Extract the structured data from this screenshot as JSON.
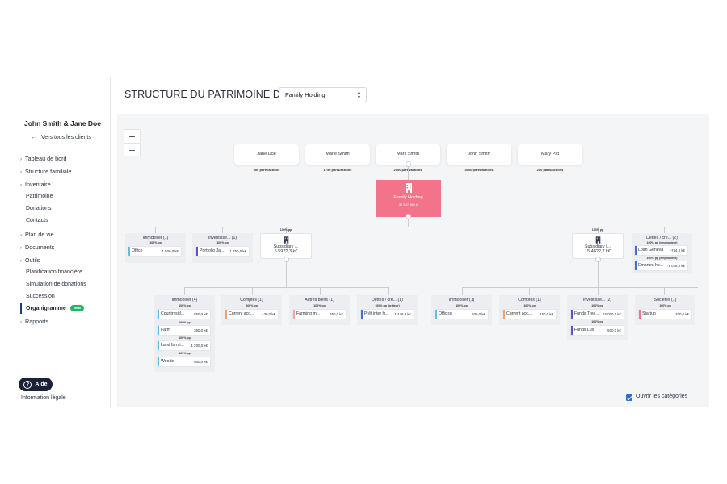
{
  "header": {
    "title": "STRUCTURE DU PATRIMOINE DE",
    "entity_select": "Family Holding"
  },
  "sidebar": {
    "client_name": "John Smith & Jane Doe",
    "back_label": "Vers tous les clients",
    "items": [
      {
        "label": "Tableau de bord"
      },
      {
        "label": "Structure familiale"
      },
      {
        "label": "Inventaire"
      },
      {
        "label": "Patrimoine"
      },
      {
        "label": "Donations"
      },
      {
        "label": "Contacts"
      },
      {
        "label": "Plan de vie"
      },
      {
        "label": "Documents"
      },
      {
        "label": "Outils"
      },
      {
        "label": "Planification financière"
      },
      {
        "label": "Simulation de donations"
      },
      {
        "label": "Succession"
      },
      {
        "label": "Organigramme",
        "badge": "New"
      },
      {
        "label": "Rapports"
      }
    ],
    "help_label": "Aide",
    "legal_label": "Information légale"
  },
  "zoom": {
    "plus": "+",
    "minus": "−"
  },
  "org": {
    "people": [
      {
        "name": "Jane Doe",
        "parts": "500 parts/actions"
      },
      {
        "name": "Marie Smith",
        "parts": "1750 parts/actions"
      },
      {
        "name": "Marc Smith",
        "parts": "2000 parts/actions"
      },
      {
        "name": "John Smith",
        "parts": "3000 parts/actions"
      },
      {
        "name": "Mary Pat",
        "parts": "250 parts/actions"
      }
    ],
    "holding": {
      "name": "Family Holding",
      "value": "32 557 886 €"
    },
    "level1": {
      "immo": {
        "title": "Immobilier (1)",
        "pct": "100% pp",
        "cards": [
          {
            "name": "Office",
            "value": "1 500,0 k€",
            "color": "#5bc0eb"
          }
        ]
      },
      "invest": {
        "title": "Investisse... (1)",
        "pct": "100% pp",
        "cards": [
          {
            "name": "Portfolio Ja...",
            "value": "1 750,0 k€",
            "color": "#6a4fc3"
          }
        ]
      },
      "sub1": {
        "pct": "100% pp",
        "name": "Subsidiary ...",
        "value": "5 59??,3 k€"
      },
      "sub2": {
        "pct": "100% pp",
        "name": "Subsidiary I...",
        "value": "15 48??,7 k€"
      },
      "dettes": {
        "title": "Dettes / cré... (2)",
        "pct": "100% pp (emprunteur)",
        "cards": [
          {
            "name": "Loan Geneva",
            "value": "-764,0 k€",
            "color": "#3f6fd8",
            "pct_above": ""
          },
          {
            "name": "Emprunt ho...",
            "value": "-1 018,2 k€",
            "color": "#3f6fd8",
            "pct_above": "100% pp (emprunteur)"
          }
        ]
      }
    },
    "level2_left": [
      {
        "title": "Immobilier (4)",
        "cards": [
          {
            "pct": "100% pp",
            "name": "Countrysid...",
            "value": "850,0 k€",
            "color": "#5bc0eb"
          },
          {
            "pct": "100% pp",
            "name": "Farm",
            "value": "350,0 k€",
            "color": "#5bc0eb"
          },
          {
            "pct": "100% pp",
            "name": "Land farmi...",
            "value": "1 200,0 k€",
            "color": "#5bc0eb"
          },
          {
            "pct": "100% pp",
            "name": "Woods",
            "value": "500,0 k€",
            "color": "#5bc0eb"
          }
        ]
      },
      {
        "title": "Comptes (1)",
        "cards": [
          {
            "pct": "100% pp",
            "name": "Current acc...",
            "value": "430,0 k€",
            "color": "#f5a36c"
          }
        ]
      },
      {
        "title": "Autres biens (1)",
        "cards": [
          {
            "pct": "100% pp",
            "name": "Farming m...",
            "value": "350,0 k€",
            "color": "#f5a3a3"
          }
        ]
      },
      {
        "title": "Dettes / cré... (1)",
        "cards": [
          {
            "pct": "100% pp (prêteur)",
            "name": "Prêt inter h...",
            "value": "1 448,8 k€",
            "color": "#3f6fd8"
          }
        ]
      }
    ],
    "level2_right": [
      {
        "title": "Immobilier (1)",
        "cards": [
          {
            "pct": "100% pp",
            "name": "Offices",
            "value": "500,0 k€",
            "color": "#5bc0eb"
          }
        ]
      },
      {
        "title": "Comptes (1)",
        "cards": [
          {
            "pct": "100% pp",
            "name": "Current acc...",
            "value": "450,0 k€",
            "color": "#f5a36c"
          }
        ]
      },
      {
        "title": "Investisse... (2)",
        "cards": [
          {
            "pct": "100% pp",
            "name": "Funds Tree...",
            "value": "15 000,0 k€",
            "color": "#6a4fc3"
          },
          {
            "pct": "100% pp",
            "name": "Funds Lux",
            "value": "500,0 k€",
            "color": "#6a4fc3"
          }
        ]
      },
      {
        "title": "Sociétés (1)",
        "cards": [
          {
            "pct": "100% pp",
            "name": "Startup",
            "value": "200,0 k€",
            "color": "#f2738a"
          }
        ]
      }
    ]
  },
  "footer": {
    "open_categories_label": "Ouvrir les catégories",
    "open_categories_checked": true
  }
}
